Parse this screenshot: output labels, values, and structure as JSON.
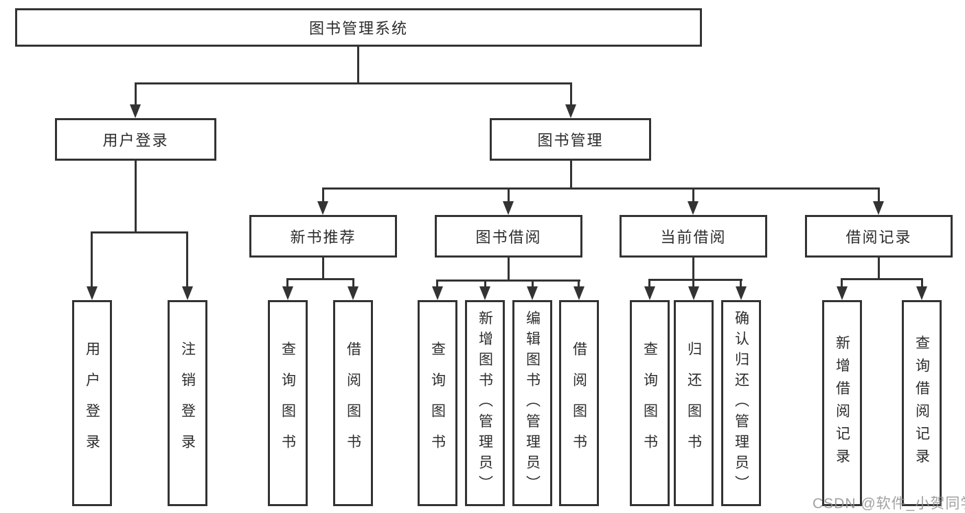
{
  "tree": {
    "root": {
      "label": "图书管理系统",
      "children": [
        {
          "label": "用户登录",
          "children": [
            {
              "label": "用户登录"
            },
            {
              "label": "注销登录"
            }
          ]
        },
        {
          "label": "图书管理",
          "children": [
            {
              "label": "新书推荐",
              "children": [
                {
                  "label": "查询图书"
                },
                {
                  "label": "借阅图书"
                }
              ]
            },
            {
              "label": "图书借阅",
              "children": [
                {
                  "label": "查询图书"
                },
                {
                  "label": "新增图书（管理员）"
                },
                {
                  "label": "编辑图书（管理员）"
                },
                {
                  "label": "借阅图书"
                }
              ]
            },
            {
              "label": "当前借阅",
              "children": [
                {
                  "label": "查询图书"
                },
                {
                  "label": "归还图书"
                },
                {
                  "label": "确认归还（管理员）"
                }
              ]
            },
            {
              "label": "借阅记录",
              "children": [
                {
                  "label": "新增借阅记录"
                },
                {
                  "label": "查询借阅记录"
                }
              ]
            }
          ]
        }
      ]
    }
  },
  "watermark": {
    "text": "CSDN @软件_小贺同学"
  },
  "colors": {
    "line": "#333333",
    "text": "#2d2d2d",
    "background": "#ffffff",
    "watermark": "#919191"
  }
}
